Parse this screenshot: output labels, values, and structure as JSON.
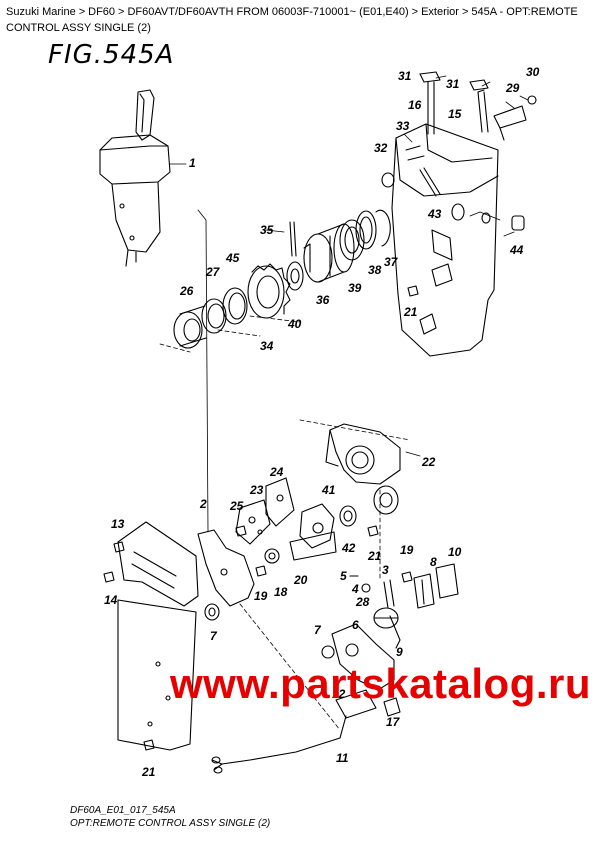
{
  "breadcrumb": {
    "items": [
      "Suzuki Marine",
      "DF60",
      "DF60AVT/DF60AVTH FROM 06003F-710001~ (E01,E40)",
      "Exterior",
      "545A - OPT:REMOTE CONTROL ASSY SINGLE (2)"
    ],
    "separator": ">"
  },
  "figure": {
    "title": "FIG.545A",
    "code": "DF60A_E01_017_545A",
    "caption": "OPT:REMOTE CONTROL ASSY SINGLE (2)"
  },
  "watermark": "www.partskatalog.ru",
  "callouts": [
    "1",
    "2",
    "3",
    "4",
    "5",
    "6",
    "7",
    "7",
    "8",
    "9",
    "10",
    "11",
    "12",
    "13",
    "14",
    "15",
    "16",
    "17",
    "18",
    "19",
    "19",
    "20",
    "21",
    "21",
    "21",
    "22",
    "23",
    "24",
    "25",
    "26",
    "27",
    "28",
    "29",
    "30",
    "31",
    "31",
    "32",
    "33",
    "34",
    "35",
    "36",
    "37",
    "38",
    "39",
    "40",
    "41",
    "42",
    "43",
    "44",
    "45"
  ]
}
